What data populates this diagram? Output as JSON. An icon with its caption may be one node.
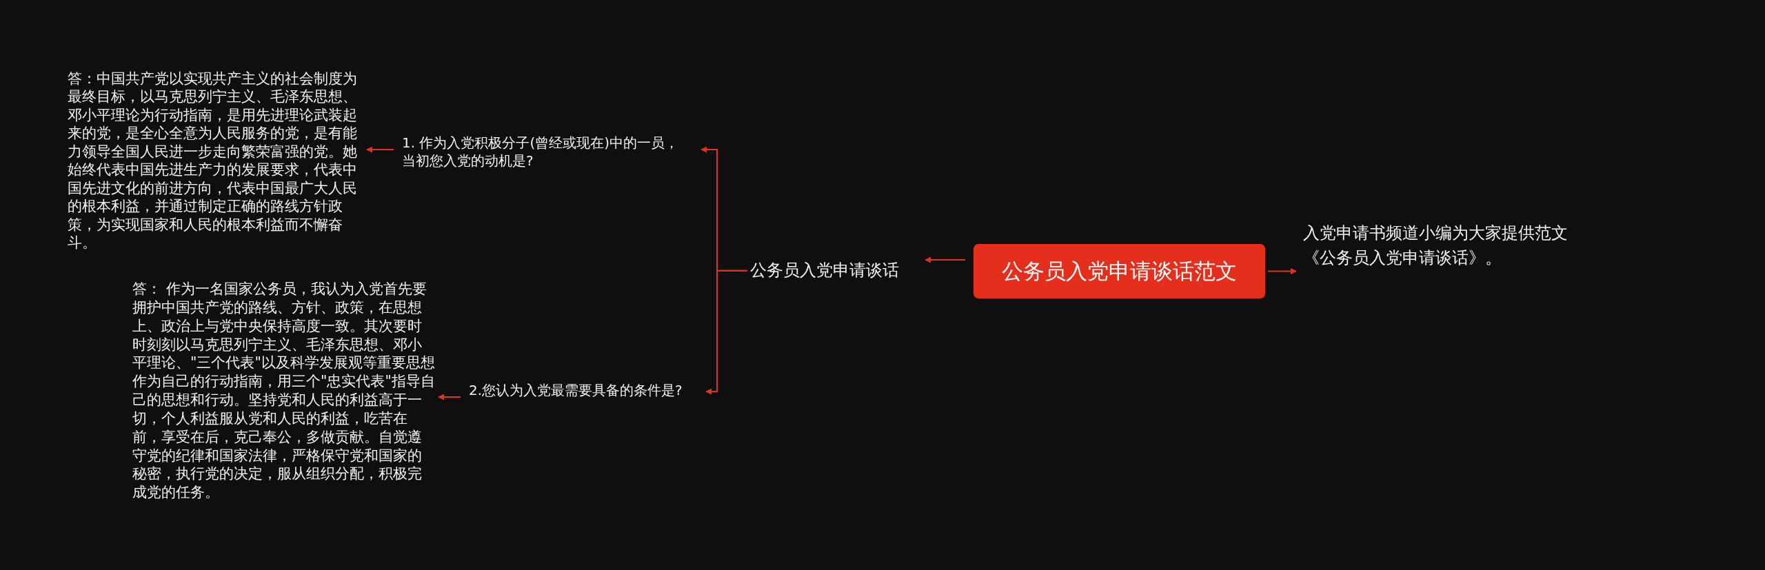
{
  "diagram": {
    "nodes": [
      {
        "text": [
          "公务员入党申请谈话范文"
        ]
      },
      {
        "text": [
          "公务员入党申请谈话"
        ]
      },
      {
        "text": [
          "1. 作为入党积极分子(曾经或现在)中的一员，当初您入党的动机是?"
        ]
      },
      {
        "text": [
          "答：中国共产党以实现共产主义的社会制度为最终目标，以马克思列宁主义、毛泽东思想、邓小平理论为行动指南，是用先进理论武装起来的党，是全心全意为人民服务的党，是有能力领导全国人民进一步走向繁荣富强的党。她始终代表中国先进生产力的发展要求，代表中国先进文化的前进方向，代表中国最广大人民的根本利益，并通过制定正确的路线方针政策，为实现国家和人民的根本利益而不懈奋斗。"
        ]
      },
      {
        "text": [
          "2.您认为入党最需要具备的条件是?"
        ]
      },
      {
        "text": [
          "答： 作为一名国家公务员，我认为入党首先要拥护中国共产党的路线、方针、政策，在思想上、政治上与党中央保持高度一致。其次要时时刻刻以马克思列宁主义、毛泽东思想、邓小平理论、\"三个代表\"以及科学发展观等重要思想作为自己的行动指南，用三个\"忠实代表\"指导自己的思想和行动。坚持党和人民的利益高于一切，个人利益服从党和人民的利益，吃苦在前，享受在后，克己奉公，多做贡献。自觉遵守党的纪律和国家法律，严格保守党和国家的秘密，执行党的决定，服从组织分配，积极完成党的任务。"
        ]
      },
      {
        "text": [
          "入党申请书频道小编为大家提供范文《公务员入党申请谈话》。"
        ]
      }
    ],
    "edges": [
      {
        "from": 0,
        "to": 1,
        "arrow": "to"
      },
      {
        "from": 0,
        "to": 6,
        "arrow": "to"
      },
      {
        "from": 1,
        "to": 2,
        "arrow": "to"
      },
      {
        "from": 2,
        "to": 3,
        "arrow": "to"
      },
      {
        "from": 1,
        "to": 4,
        "arrow": "to"
      },
      {
        "from": 4,
        "to": 5,
        "arrow": "to"
      }
    ]
  }
}
